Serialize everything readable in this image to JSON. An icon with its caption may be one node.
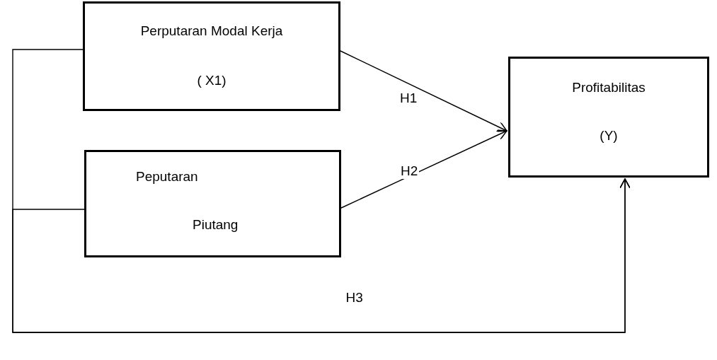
{
  "diagram": {
    "nodes": [
      {
        "text": [
          "Perputaran Modal Kerja",
          "( X1)"
        ]
      },
      {
        "text": [
          "Peputaran",
          "Piutang"
        ]
      },
      {
        "text": [
          "Profitabilitas",
          "(Y)"
        ]
      }
    ],
    "edges": [
      {
        "from": 0,
        "to": 2,
        "arrow": "to",
        "label": "H1"
      },
      {
        "from": 1,
        "to": 2,
        "arrow": "to",
        "label": "H2"
      },
      {
        "from": 0,
        "to": 2,
        "arrow": "to",
        "label": "H3"
      },
      {
        "from": 1,
        "to": 2,
        "arrow": "to"
      }
    ]
  }
}
